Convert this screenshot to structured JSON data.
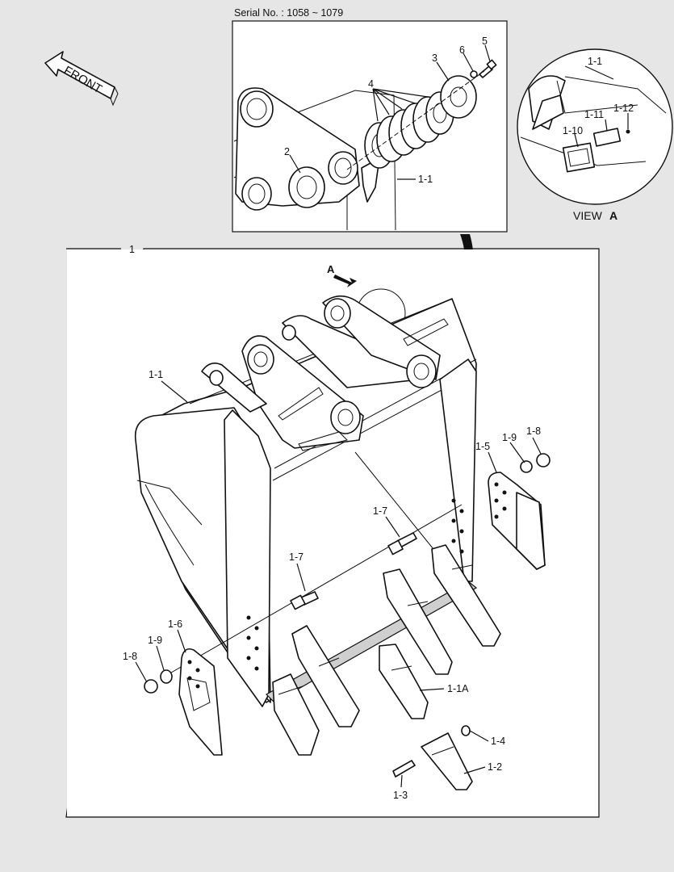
{
  "header": {
    "serial_label": "Serial No. : 1058 ~ 1079"
  },
  "front_arrow": {
    "label": "FRONT"
  },
  "detail": {
    "view_label": "VIEW",
    "view_letter": "A"
  },
  "main": {
    "box_label": "1",
    "view_marker": "A"
  },
  "callouts": {
    "c2": "2",
    "c3": "3",
    "c4": "4",
    "c5": "5",
    "c6": "6",
    "c1_1_top": "1-1",
    "c1_1_view": "1-1",
    "c1_10": "1-10",
    "c1_11": "1-11",
    "c1_12": "1-12",
    "c1_1_main": "1-1",
    "c1_5": "1-5",
    "c1_6": "1-6",
    "c1_7_upper": "1-7",
    "c1_7_lower": "1-7",
    "c1_8_right": "1-8",
    "c1_8_left": "1-8",
    "c1_9_right": "1-9",
    "c1_9_left": "1-9",
    "c1_1A": "1-1A",
    "c1_4": "1-4",
    "c1_2": "1-2",
    "c1_3": "1-3"
  }
}
